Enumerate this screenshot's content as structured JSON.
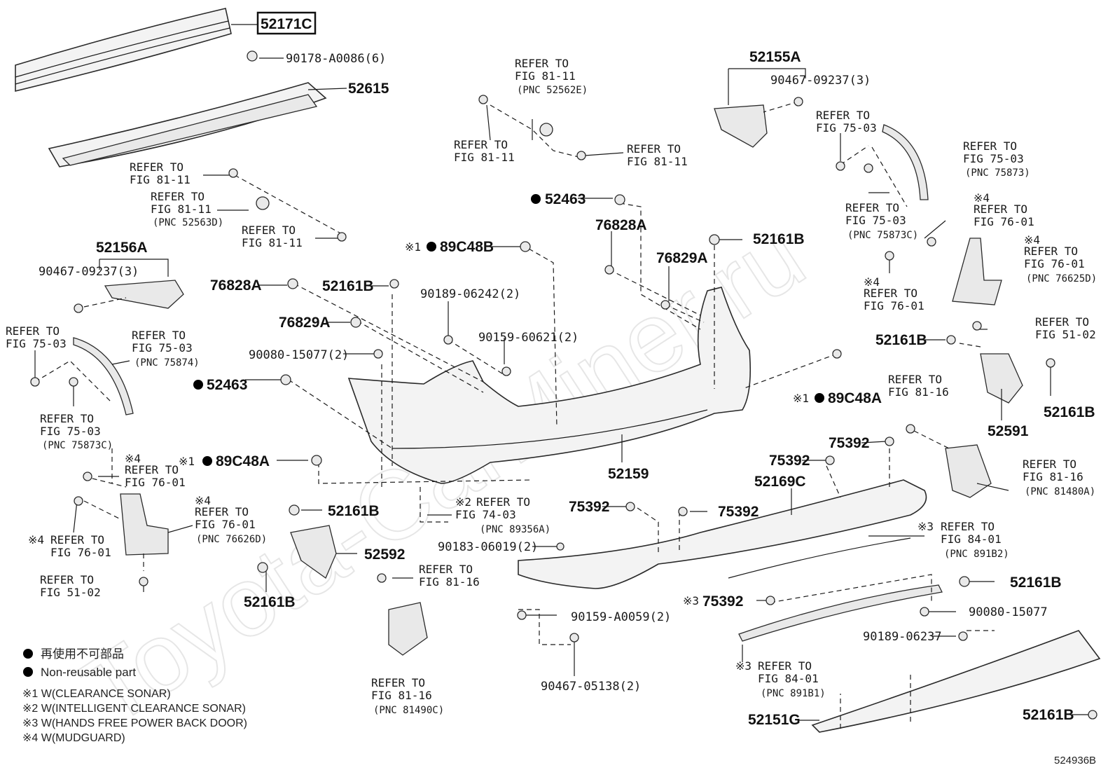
{
  "watermark": "Toyota-CarMiner.ru",
  "diagram_id": "524936B",
  "highlight_part": "52171C",
  "parts": {
    "p52171C": "52171C",
    "p90178": "90178-A0086(6)",
    "p52615": "52615",
    "p52155A": "52155A",
    "p90467a": "90467-09237(3)",
    "p52156A": "52156A",
    "p90467b": "90467-09237(3)",
    "p52463a": "52463",
    "p52463b": "52463",
    "p76828Aa": "76828A",
    "p76828Ab": "76828A",
    "p76829Aa": "76829A",
    "p76829Ab": "76829A",
    "p52161Ba": "52161B",
    "p52161Bb": "52161B",
    "p52161Bc": "52161B",
    "p52161Bd": "52161B",
    "p52161Be": "52161B",
    "p52161Bf": "52161B",
    "p52161Bg": "52161B",
    "p52161Bh": "52161B",
    "p89C48B": "89C48B",
    "p89C48Aa": "89C48A",
    "p89C48Ab": "89C48A",
    "p90189a": "90189-06242(2)",
    "p90159a": "90159-60621(2)",
    "p90080a": "90080-15077(2)",
    "p52159": "52159",
    "p52592": "52592",
    "p52591": "52591",
    "p52169C": "52169C",
    "p75392a": "75392",
    "p75392b": "75392",
    "p75392c": "75392",
    "p75392d": "75392",
    "p75392e": "75392",
    "p90183": "90183-06019(2)",
    "p90159b": "90159-A0059(2)",
    "p90467c": "90467-05138(2)",
    "p90080b": "90080-15077",
    "p90189b": "90189-06237",
    "p52151G": "52151G"
  },
  "marks": {
    "note1": "※1",
    "note2": "※2",
    "note3": "※3",
    "note4": "※4"
  },
  "refs": {
    "refer_to": "REFER TO",
    "fig81_11": "FIG 81-11",
    "fig75_03": "FIG 75-03",
    "fig76_01": "FIG 76-01",
    "fig51_02": "FIG 51-02",
    "fig81_16": "FIG 81-16",
    "fig74_03": "FIG 74-03",
    "fig84_01": "FIG 84-01",
    "pnc52562E": "(PNC 52562E)",
    "pnc52563D": "(PNC 52563D)",
    "pnc75873": "(PNC 75873)",
    "pnc75873C": "(PNC 75873C)",
    "pnc75874": "(PNC 75874)",
    "pnc76625D": "(PNC 76625D)",
    "pnc76626D": "(PNC 76626D)",
    "pnc81480A": "(PNC 81480A)",
    "pnc81490C": "(PNC 81490C)",
    "pnc89356A": "(PNC 89356A)",
    "pnc891B2": "(PNC 891B2)",
    "pnc891B1": "(PNC 891B1)"
  },
  "legend": {
    "non_reusable_jp": "再使用不可部品",
    "non_reusable_en": "Non-reusable part",
    "note1_text": "※1 W(CLEARANCE SONAR)",
    "note2_text": "※2 W(INTELLIGENT CLEARANCE SONAR)",
    "note3_text": "※3 W(HANDS FREE POWER BACK DOOR)",
    "note4_text": "※4 W(MUDGUARD)"
  }
}
